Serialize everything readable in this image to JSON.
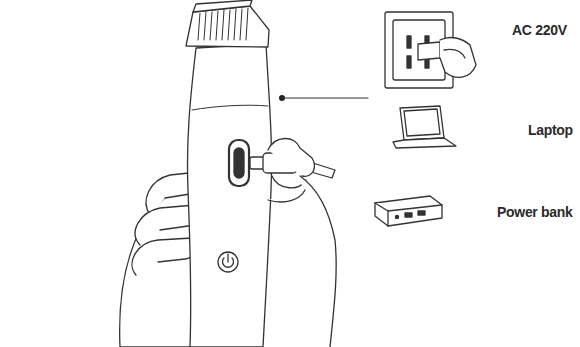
{
  "diagram": {
    "labels": [
      "AC 220V",
      "Laptop",
      "Power bank"
    ]
  }
}
